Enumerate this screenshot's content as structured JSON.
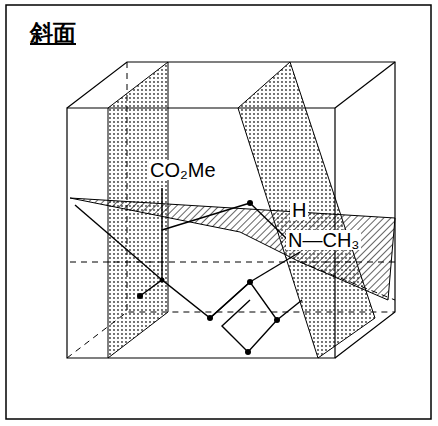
{
  "diagram": {
    "title": "斜面",
    "labels": [
      "CO₂Me",
      "H",
      "N—CH₃"
    ]
  }
}
